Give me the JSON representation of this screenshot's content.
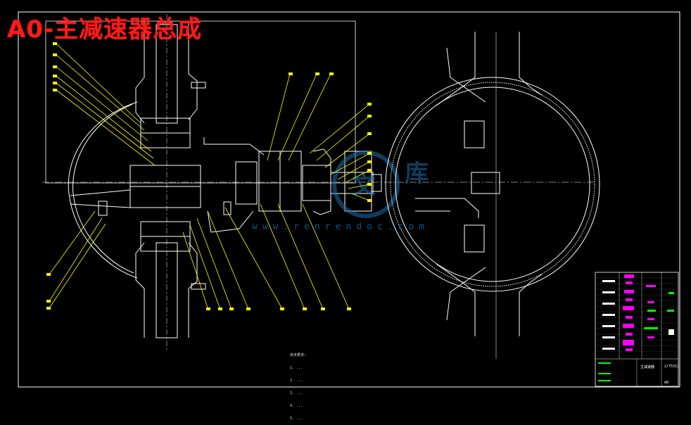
{
  "title": "A0-主减速器总成",
  "watermark": {
    "text": "www.renrendoc.com",
    "logo_glyph": "人 文 库"
  },
  "tech_notes": [
    "技术要求:",
    "1. ...",
    "2. ...",
    "3. ...",
    "4. ...",
    "5. ..."
  ],
  "title_block": {
    "drawing_name": "主减速器",
    "drawing_no": "2/75311",
    "sheet": "A0"
  },
  "colors": {
    "background": "#000000",
    "line": "#ffffff",
    "leader": "#ffff00",
    "title": "#ff1a1a",
    "magenta": "#ff00ff",
    "watermark": "#1e6fa8",
    "titleblock_green": "#00ff00"
  }
}
